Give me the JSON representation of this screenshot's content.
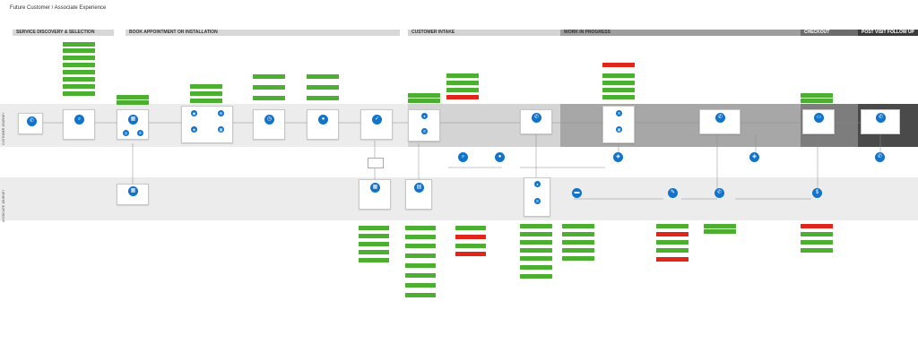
{
  "title": "Future Customer / Associate Experience",
  "stages": [
    {
      "label": "SERVICE DISCOVERY & SELECTION",
      "color": "#d8d8d8"
    },
    {
      "label": "BOOK APPOINTMENT OR INSTALLATION",
      "color": "#d8d8d8"
    },
    {
      "label": "CUSTOMER INTAKE",
      "color": "#d3d3d3"
    },
    {
      "label": "WORK IN PROGRESS",
      "color": "#9e9e9e"
    },
    {
      "label": "CHECKOUT",
      "color": "#6c6c6c"
    },
    {
      "label": "POST VISIT FOLLOW UP",
      "color": "#3a3a3a"
    }
  ],
  "lanes": {
    "customer": "CUSTOMER JOURNEY",
    "associate": "ASSOCIATE JOURNEY"
  },
  "colors": {
    "icon": "#1273c9",
    "note_green": "#4caf32",
    "note_red": "#e0261b"
  }
}
